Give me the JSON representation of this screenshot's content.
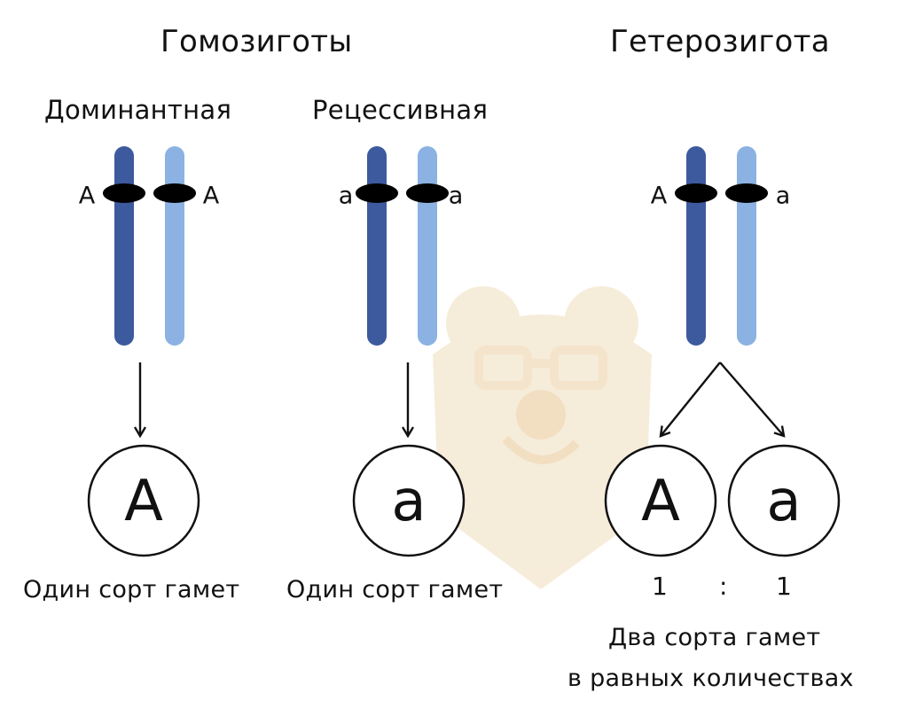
{
  "headings": {
    "homozygotes": "Гомозиготы",
    "heterozygote": "Гетерозигота"
  },
  "subheadings": {
    "dominant": "Доминантная",
    "recessive": "Рецессивная"
  },
  "alleles": {
    "dominant_left": "A",
    "dominant_right": "A",
    "recessive_left": "a",
    "recessive_right": "a",
    "hetero_left": "A",
    "hetero_right": "a"
  },
  "gametes": {
    "dominant": "A",
    "recessive": "a",
    "hetero_1": "A",
    "hetero_2": "a"
  },
  "captions": {
    "dominant": "Один сорт гамет",
    "recessive": "Один сорт гамет",
    "hetero_line1": "Два сорта гамет",
    "hetero_line2": "в равных количествах"
  },
  "ratio": {
    "left": "1",
    "separator": ":",
    "right": "1"
  },
  "colors": {
    "chromosome_dark": "#3d5a9e",
    "chromosome_light": "#8bb2e2",
    "gene_marker": "#000000",
    "watermark": "#f6ead6"
  }
}
